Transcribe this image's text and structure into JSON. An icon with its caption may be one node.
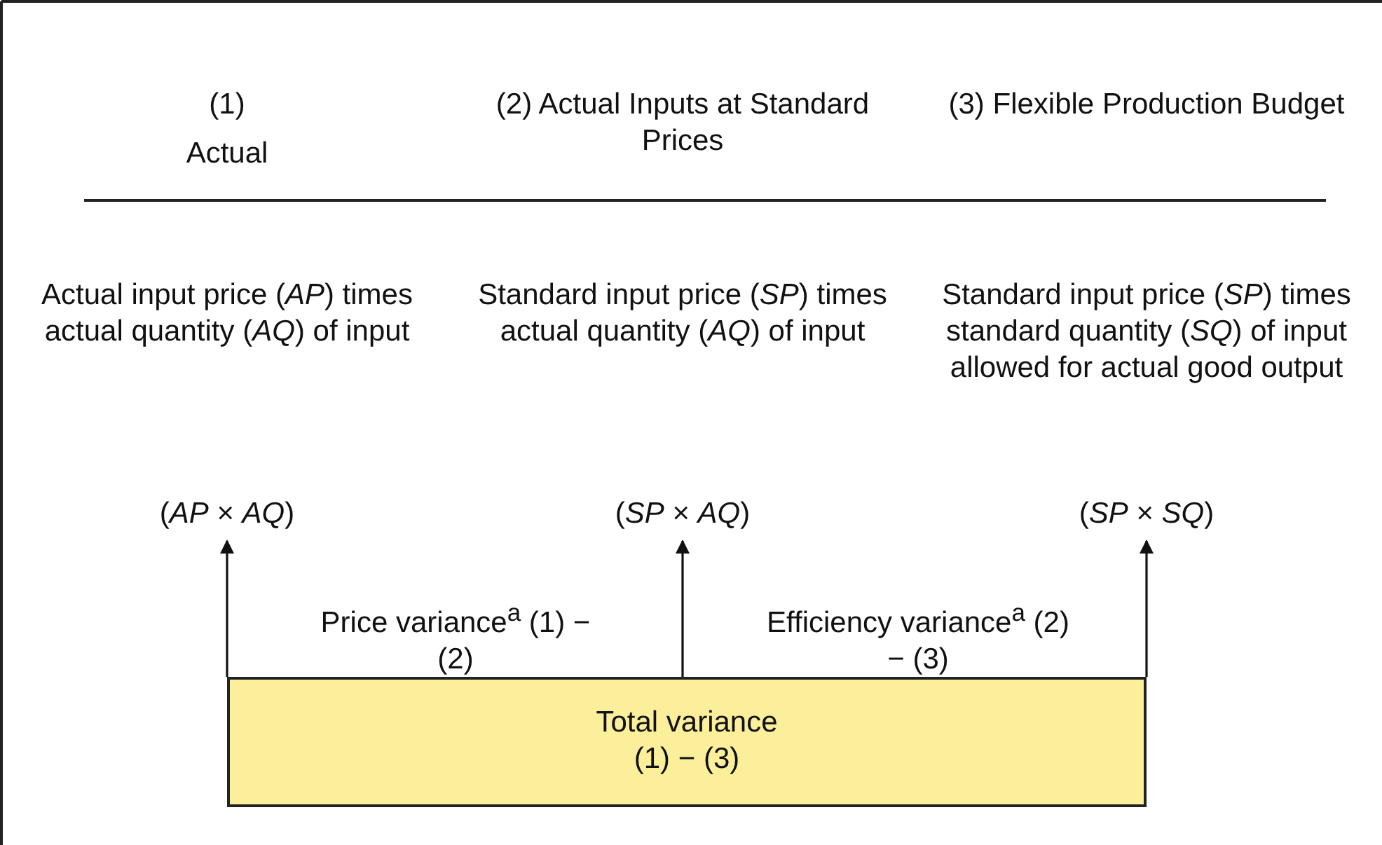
{
  "diagram": {
    "nodes": [
      {
        "text": [
          "(*AP* × *AQ*)"
        ]
      },
      {
        "text": [
          "(*SP* × *AQ*)"
        ]
      },
      {
        "text": [
          "(*SP* × *SQ*)"
        ]
      },
      {
        "text": [
          "Total variance",
          "(1) − (3)"
        ]
      }
    ],
    "edges": [
      {
        "from": 3,
        "to": 0,
        "arrow": "to"
      },
      {
        "from": 3,
        "to": 1,
        "arrow": "to"
      },
      {
        "from": 3,
        "to": 2,
        "arrow": "to"
      }
    ],
    "labels": [
      "(1)",
      "(2) Actual Inputs at Standard Prices",
      "(3) Flexible Production Budget",
      "Actual",
      "Actual input price (*AP*) times actual quantity (*AQ*) of input",
      "Standard input price (*SP*) times actual quantity (*AQ*) of input",
      "Standard input price (*SP*) times standard quantity (*SQ*) of input allowed for actual good output",
      "Price variance$^{a}$ (1) − (2)",
      "Efficiency variance$^{a}$ (2) − (3)"
    ]
  }
}
